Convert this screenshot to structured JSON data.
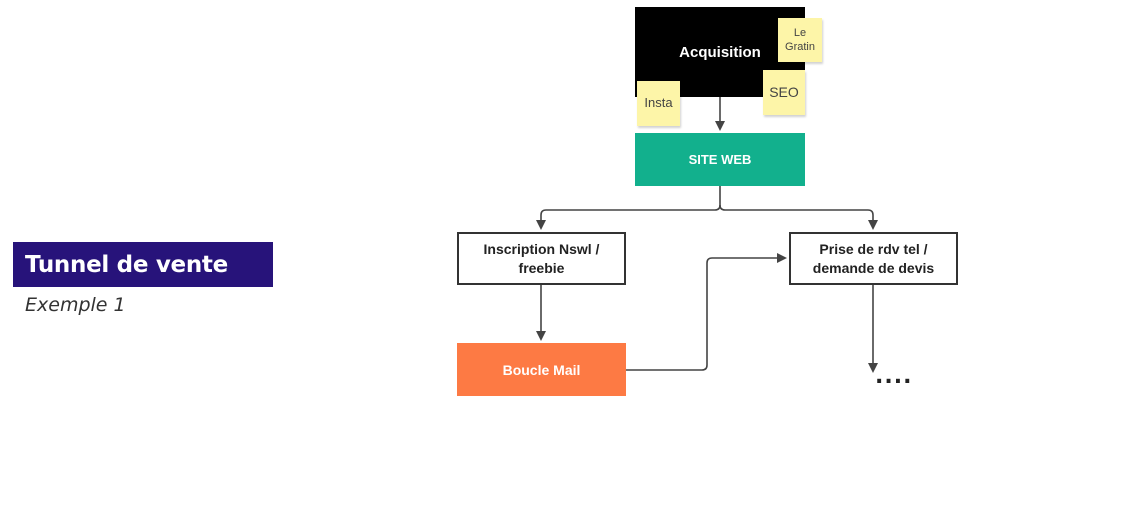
{
  "slide": {
    "title": "Tunnel de vente",
    "subtitle": "Exemple 1"
  },
  "diagram": {
    "nodes": {
      "acquisition": "Acquisition",
      "site_web": "SITE WEB",
      "inscription": "Inscription Nswl / freebie",
      "inscription_line1": "Inscription Nswl /",
      "inscription_line2": "freebie",
      "prise_rdv": "Prise de rdv tel / demande de devis",
      "prise_line1": "Prise de rdv tel /",
      "prise_line2": "demande de devis",
      "boucle_mail": "Boucle Mail",
      "continuation": "...."
    },
    "stickies": {
      "le_gratin_line1": "Le",
      "le_gratin_line2": "Gratin",
      "seo": "SEO",
      "insta": "Insta"
    },
    "edges": [
      {
        "from": "acquisition",
        "to": "site_web"
      },
      {
        "from": "site_web",
        "to": "inscription"
      },
      {
        "from": "site_web",
        "to": "prise_rdv"
      },
      {
        "from": "inscription",
        "to": "boucle_mail"
      },
      {
        "from": "boucle_mail",
        "to": "prise_rdv"
      },
      {
        "from": "prise_rdv",
        "to": "continuation"
      }
    ],
    "colors": {
      "title_bg": "#27137a",
      "acquisition": "#000000",
      "site_web": "#12b08d",
      "boucle_mail": "#fd7a44",
      "sticky": "#fdf5a8",
      "connector": "#444444"
    }
  }
}
